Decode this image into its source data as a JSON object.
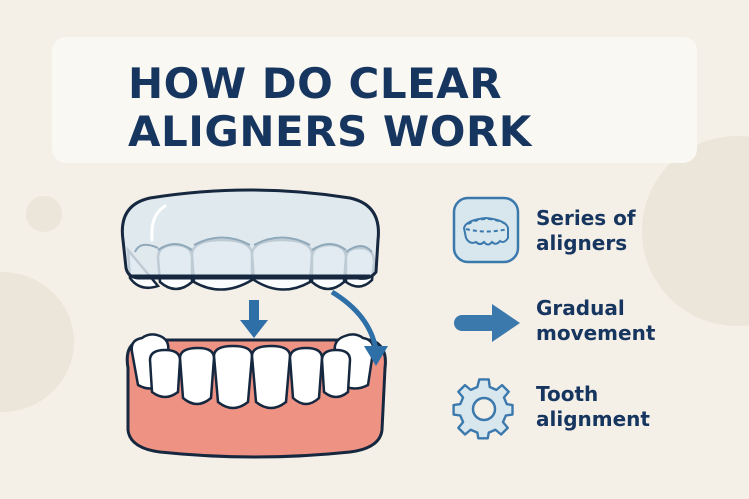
{
  "title": {
    "line1": "HOW DO CLEAR",
    "line2": "ALIGNERS WORK"
  },
  "illustration": {
    "upper": "clear-aligner-over-upper-teeth",
    "lower": "lower-teeth-with-gums",
    "arrows": [
      "down-arrow",
      "curved-arrow"
    ]
  },
  "legend": {
    "items": [
      {
        "icon": "aligner-tray-icon",
        "line1": "Series of",
        "line2": "aligners"
      },
      {
        "icon": "right-arrow-icon",
        "line1": "Gradual",
        "line2": "movement"
      },
      {
        "icon": "gear-icon",
        "line1": "Tooth",
        "line2": "alignment"
      }
    ]
  },
  "colors": {
    "background": "#f4efe7",
    "title_text": "#16355f",
    "accent_blue": "#2f6fa8",
    "gum": "#ee9384",
    "aligner": "#dce8ee"
  }
}
